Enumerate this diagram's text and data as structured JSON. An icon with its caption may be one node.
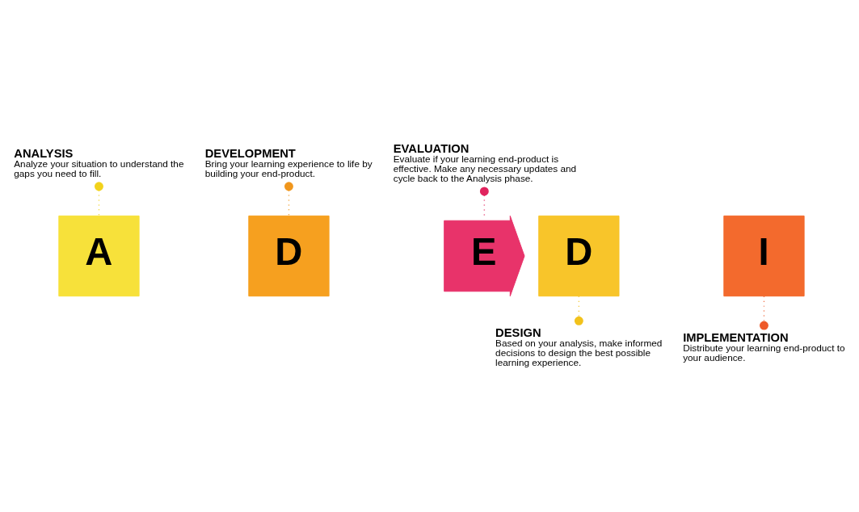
{
  "diagram": {
    "nodes": [
      {
        "text": [
          "EVALUATION",
          "Evaluate if your learning end-product is effective. Make any necessary updates and cycle back to the Analysis phase."
        ]
      },
      {
        "text": [
          "DEVELOPMENT",
          "Bring your learning experience to life by building your end-product."
        ]
      },
      {
        "text": [
          "ANALYSIS",
          "Analyze your situation to understand the gaps you need to fill."
        ]
      },
      {
        "text": [
          "A"
        ]
      },
      {
        "text": [
          "D"
        ]
      },
      {
        "text": [
          "D"
        ]
      },
      {
        "text": [
          "I"
        ]
      },
      {
        "text": [
          "E"
        ]
      },
      {
        "text": [
          "IMPLEMENTATION",
          "Distribute your learning end-product to your audience."
        ]
      },
      {
        "text": [
          "DESIGN",
          "Based on your analysis, make informed decisions to design the best possible learning experience."
        ]
      }
    ],
    "edges": [
      {
        "from": 2,
        "to": 3,
        "arrow": "other",
        "color": "#f2d21b"
      },
      {
        "from": 9,
        "to": 4,
        "arrow": "other",
        "color": "#f2c21b"
      },
      {
        "from": 1,
        "to": 5,
        "arrow": "other",
        "color": "#f0961c"
      },
      {
        "from": 8,
        "to": 6,
        "arrow": "other",
        "color": "#ee5a2a"
      },
      {
        "from": 0,
        "to": 7,
        "arrow": "other",
        "color": "#e0245e"
      }
    ]
  }
}
